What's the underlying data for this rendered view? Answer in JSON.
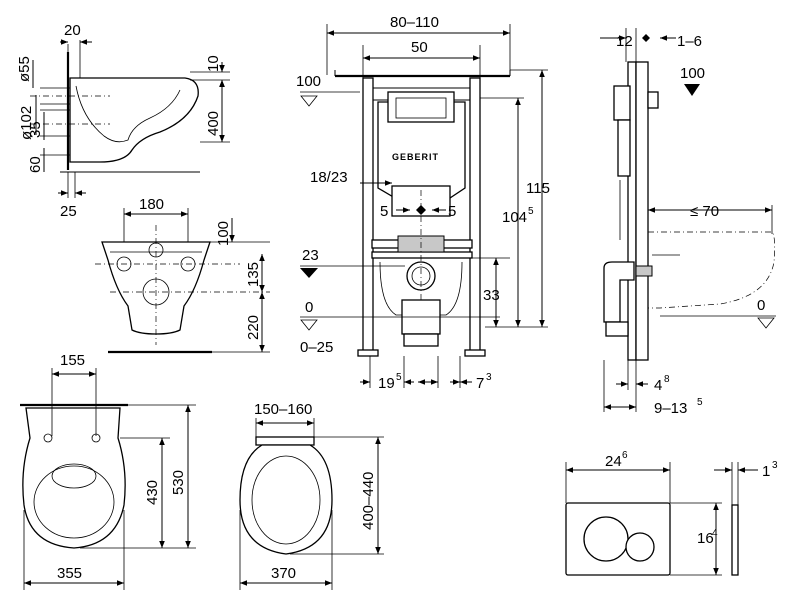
{
  "bowl_side": {
    "d_55": "ø55",
    "d_20": "20",
    "d_10": "10",
    "d_400": "400",
    "d_102": "ø102",
    "d_35": "35",
    "d_60": "60",
    "d_25": "25"
  },
  "bowl_front": {
    "d_180": "180",
    "d_100": "100",
    "d_135": "135",
    "d_220": "220"
  },
  "frame": {
    "d_80_110": "80–110",
    "d_50": "50",
    "d_100": "100",
    "d_18_23": "18/23",
    "d_115": "115",
    "d_104": "104",
    "d_104_sup": "5",
    "d_5_left": "5",
    "d_5_right": "5",
    "d_23": "23",
    "d_33": "33",
    "d_0": "0",
    "d_0_25": "0–25",
    "d_19": "19",
    "d_19_sup": "5",
    "d_7": "7",
    "d_7_sup": "3",
    "logo": "GEBERIT"
  },
  "frame_side": {
    "d_12": "12",
    "d_1_6": "1–6",
    "d_100": "100",
    "d_le70": "≤ 70",
    "d_0": "0",
    "d_4": "4",
    "d_4_sup": "8",
    "d_9_13": "9–13",
    "d_9_13_sup": "5"
  },
  "seat_top": {
    "d_155": "155",
    "d_430": "430",
    "d_530": "530",
    "d_355": "355"
  },
  "lid": {
    "d_150_160": "150–160",
    "d_400_440": "400–440",
    "d_370": "370"
  },
  "plate": {
    "d_24": "24",
    "d_24_sup": "6",
    "d_1": "1",
    "d_1_sup": "3",
    "d_16": "16",
    "d_16_sup": "4"
  }
}
